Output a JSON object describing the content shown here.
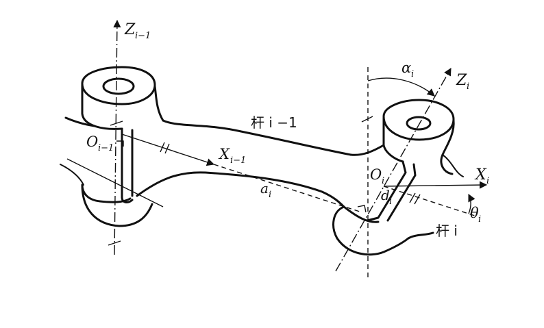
{
  "labels": {
    "z_prev": {
      "main": "Z",
      "sub": "i−1"
    },
    "o_prev": {
      "main": "O",
      "sub": "i−1"
    },
    "x_prev": {
      "main": "X",
      "sub": "i−1"
    },
    "a_i": {
      "main": "a",
      "sub": "i"
    },
    "link_prev": "杆 i −1",
    "alpha_i": {
      "main": "α",
      "sub": "i"
    },
    "z_i": {
      "main": "Z",
      "sub": "i"
    },
    "o_i": {
      "main": "O",
      "sub": "i"
    },
    "x_i": {
      "main": "X",
      "sub": "i"
    },
    "d_i": {
      "main": "d",
      "sub": "i"
    },
    "theta_i": {
      "main": "θ",
      "sub": "i"
    },
    "link_i": "杆 i"
  }
}
